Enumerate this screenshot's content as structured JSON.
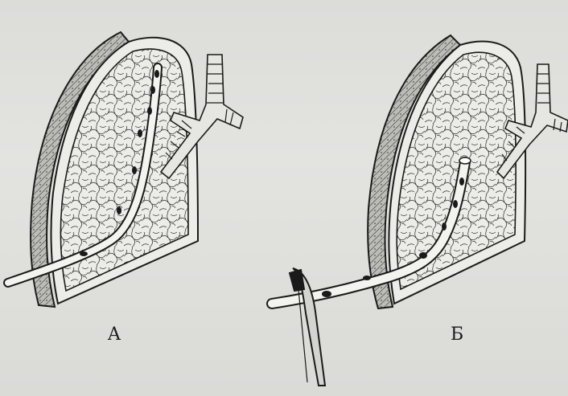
{
  "figure": {
    "panels": [
      {
        "id": "A",
        "label": "A"
      },
      {
        "id": "B",
        "label": "Б"
      }
    ]
  },
  "colors": {
    "background": "#dcdcd9",
    "ink": "#1a1a1a",
    "tissue": "#f1f1ee"
  }
}
